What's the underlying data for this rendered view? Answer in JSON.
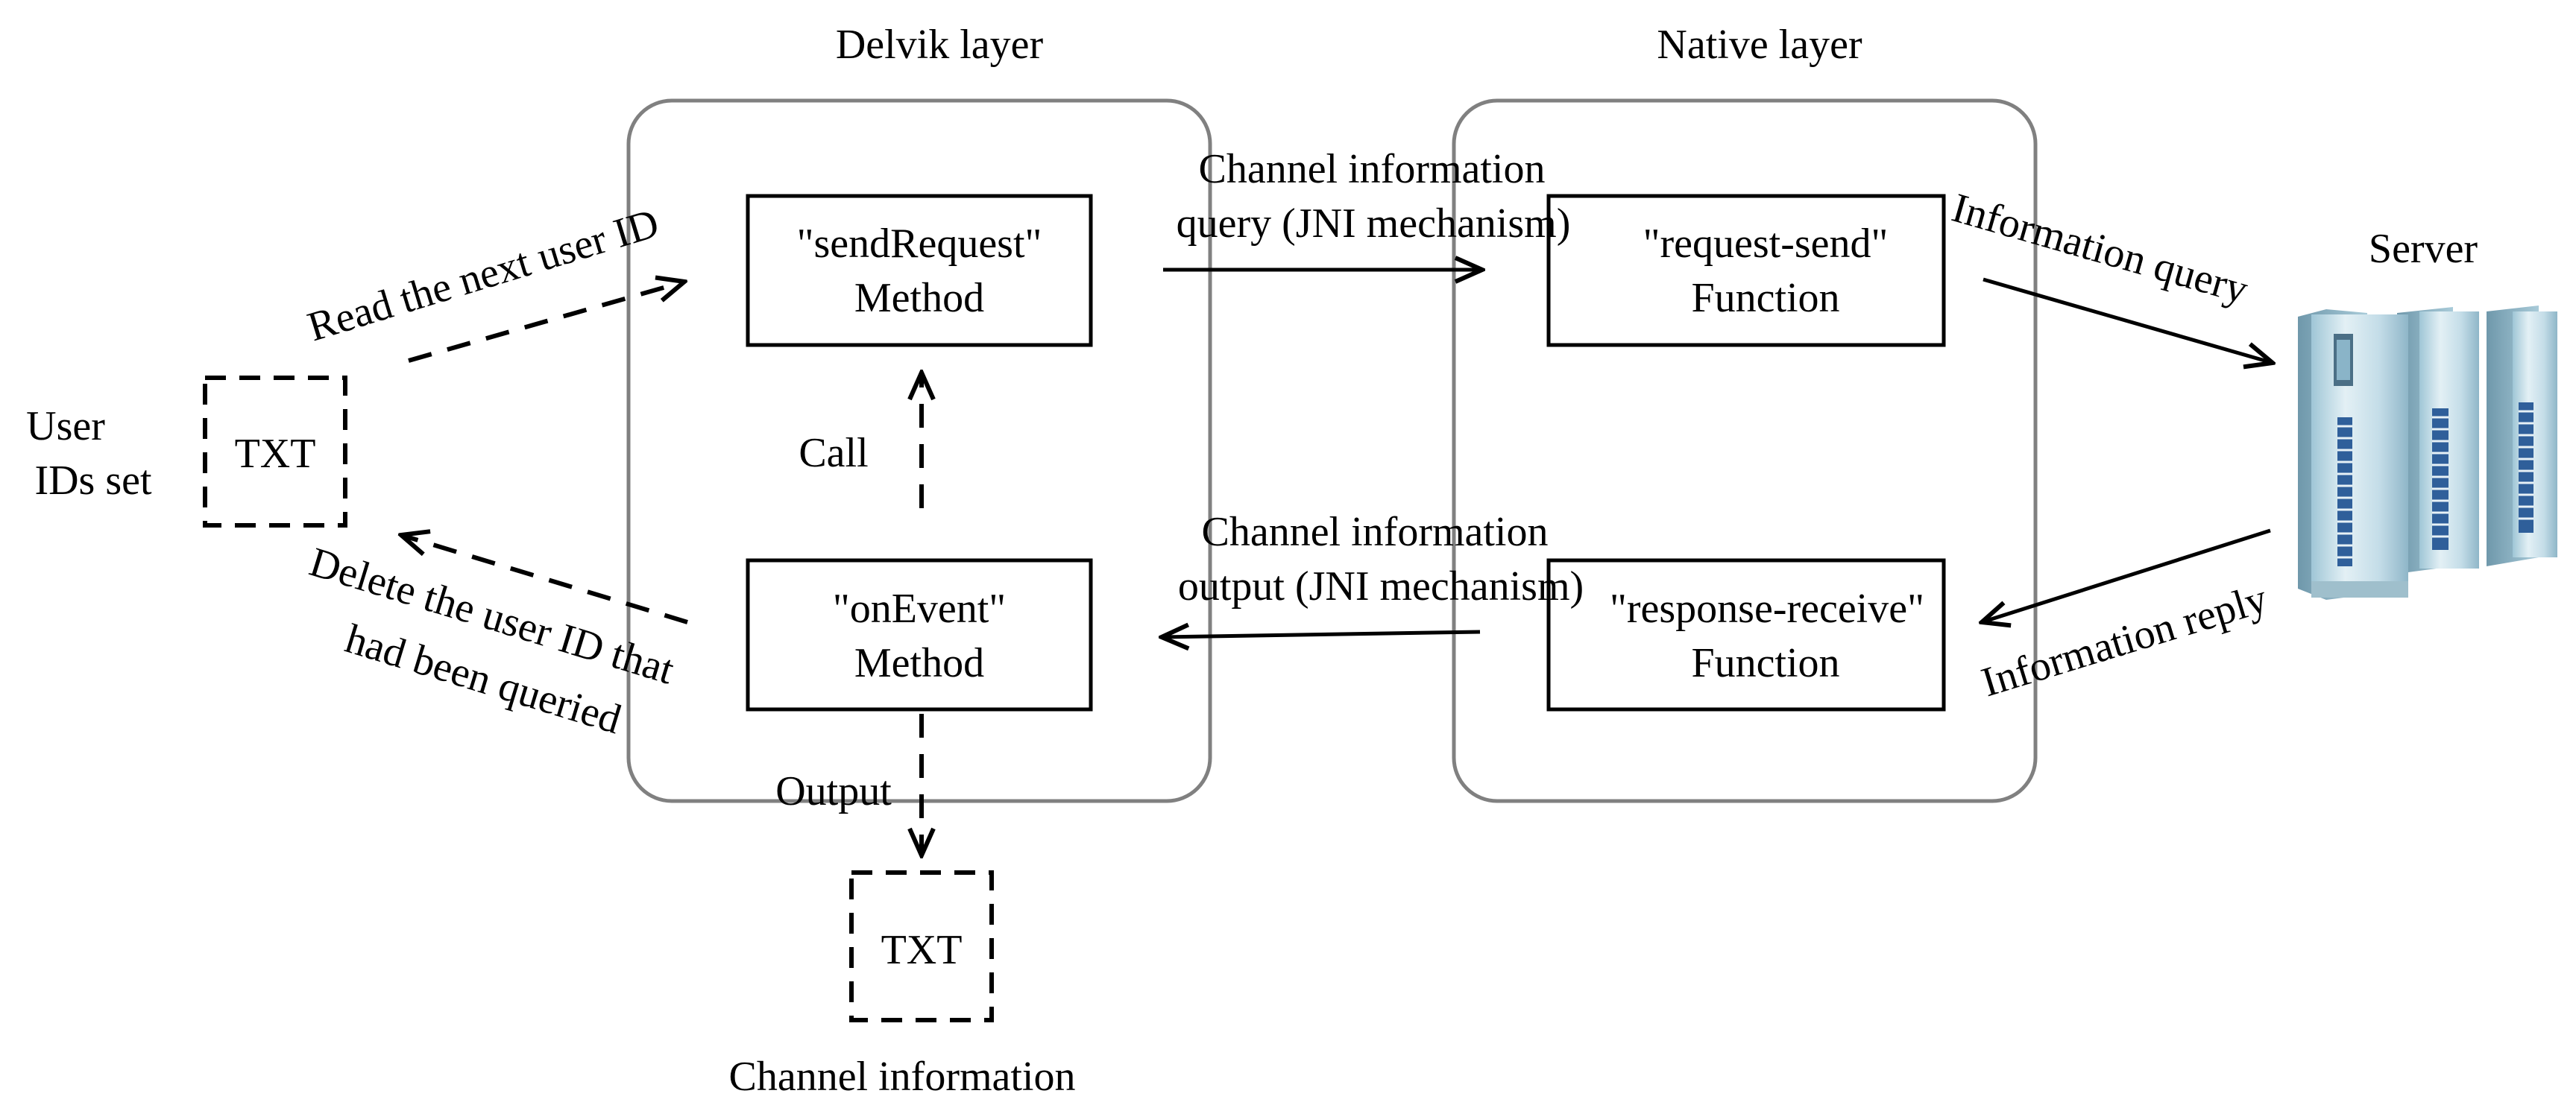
{
  "colors": {
    "layer_border": "#808080",
    "box_border": "#000000",
    "text": "#000000",
    "background": "#ffffff"
  },
  "layers": {
    "delvik": {
      "title": "Delvik layer"
    },
    "native": {
      "title": "Native layer"
    }
  },
  "user_ids": {
    "label_line1": "User",
    "label_line2": "IDs set",
    "file": "TXT"
  },
  "channel_file": {
    "file": "TXT",
    "caption": "Channel information"
  },
  "methods": {
    "send_request": {
      "line1": "\"sendRequest\"",
      "line2": "Method"
    },
    "on_event": {
      "line1": "\"onEvent\"",
      "line2": "Method"
    }
  },
  "functions": {
    "request_send": {
      "line1": "\"request-send\"",
      "line2": "Function"
    },
    "response_receive": {
      "line1": "\"response-receive\"",
      "line2": "Function"
    }
  },
  "server": {
    "label": "Server",
    "icon": "server-icon"
  },
  "edges": {
    "read_next": "Read the next user ID",
    "delete_line1": "Delete the user ID that",
    "delete_line2": "had been queried",
    "call": "Call",
    "output": "Output",
    "query_line1": "Channel information",
    "query_line2": "query (JNI mechanism)",
    "output_jni_line1": "Channel information",
    "output_jni_line2": "output (JNI mechanism)",
    "info_query": "Information query",
    "info_reply": "Information reply"
  }
}
